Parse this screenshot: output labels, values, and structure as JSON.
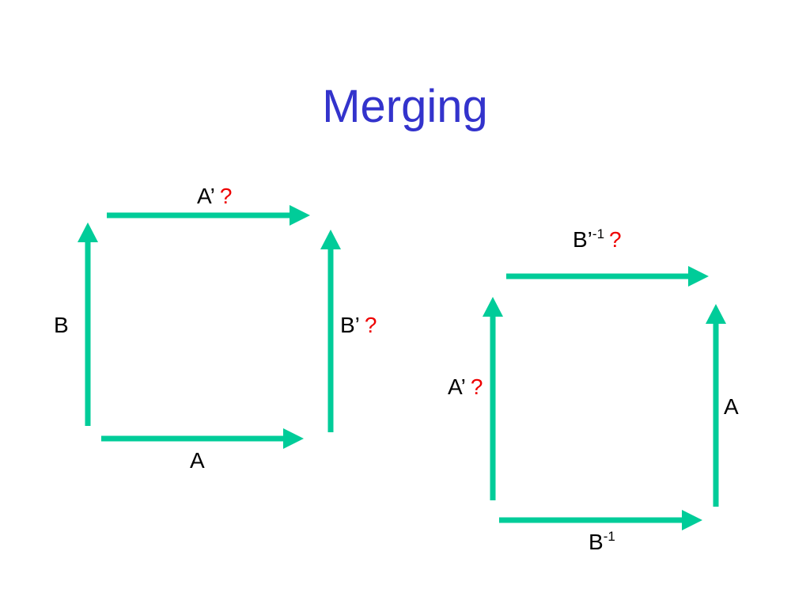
{
  "slide": {
    "title": "Merging",
    "colors": {
      "title": "#3333cc",
      "arrow": "#00cc99",
      "text": "#000000",
      "question": "#ee0000"
    }
  },
  "left_square": {
    "top_label": {
      "text": "A’",
      "question": "?"
    },
    "left_label": {
      "text": "B"
    },
    "right_label": {
      "text": "B’",
      "question": "?"
    },
    "bottom_label": {
      "text": "A"
    }
  },
  "right_square": {
    "top_label": {
      "text": "B’",
      "sup": "-1",
      "question": "?"
    },
    "left_label": {
      "text": "A’",
      "question": "?"
    },
    "right_label": {
      "text": "A"
    },
    "bottom_label": {
      "text": "B",
      "sup": "-1"
    }
  }
}
